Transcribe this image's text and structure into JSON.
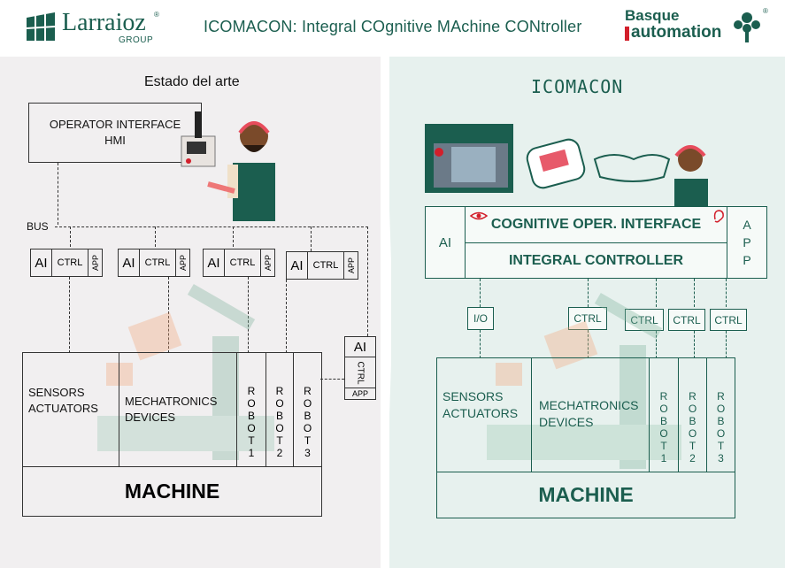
{
  "header": {
    "title": "ICOMACON: Integral COgnitive MAchine CONtroller",
    "logo_left": {
      "name": "Larraioz",
      "registered": "®",
      "sub": "GROUP"
    },
    "logo_right": {
      "line1": "Basque",
      "line2": "automation",
      "registered": "®"
    }
  },
  "left": {
    "heading": "Estado del arte",
    "hmi_line1": "OPERATOR INTERFACE",
    "hmi_line2": "HMI",
    "bus": "BUS",
    "controllers": [
      {
        "ai": "AI",
        "ctrl": "CTRL",
        "app": "APP"
      },
      {
        "ai": "AI",
        "ctrl": "CTRL",
        "app": "APP"
      },
      {
        "ai": "AI",
        "ctrl": "CTRL",
        "app": "APP"
      },
      {
        "ai": "AI",
        "ctrl": "CTRL",
        "app": "APP"
      }
    ],
    "side_ctrl": {
      "ai": "AI",
      "ctrl": "CTRL",
      "app": "APP"
    },
    "sensors_line1": "SENSORS",
    "sensors_line2": "ACTUATORS",
    "mech_line1": "MECHATRONICS",
    "mech_line2": "DEVICES",
    "robots": [
      "ROBOT1",
      "ROBOT2",
      "ROBOT3"
    ],
    "machine": "MACHINE"
  },
  "right": {
    "heading": "ICOMACON",
    "ai": "AI",
    "cognitive": "COGNITIVE OPER. INTERFACE",
    "integral": "INTEGRAL CONTROLLER",
    "app": "APP",
    "io": "I/O",
    "ctrls": [
      "CTRL",
      "CTRL",
      "CTRL",
      "CTRL"
    ],
    "sensors_line1": "SENSORS",
    "sensors_line2": "ACTUATORS",
    "mech_line1": "MECHATRONICS",
    "mech_line2": "DEVICES",
    "robots": [
      "ROBOT1",
      "ROBOT2",
      "ROBOT3"
    ],
    "machine": "MACHINE"
  },
  "colors": {
    "accent": "#1b5e4f",
    "brand_red": "#d21f2b",
    "left_bg": "#f1eff0",
    "right_bg": "#e7f1ee"
  }
}
